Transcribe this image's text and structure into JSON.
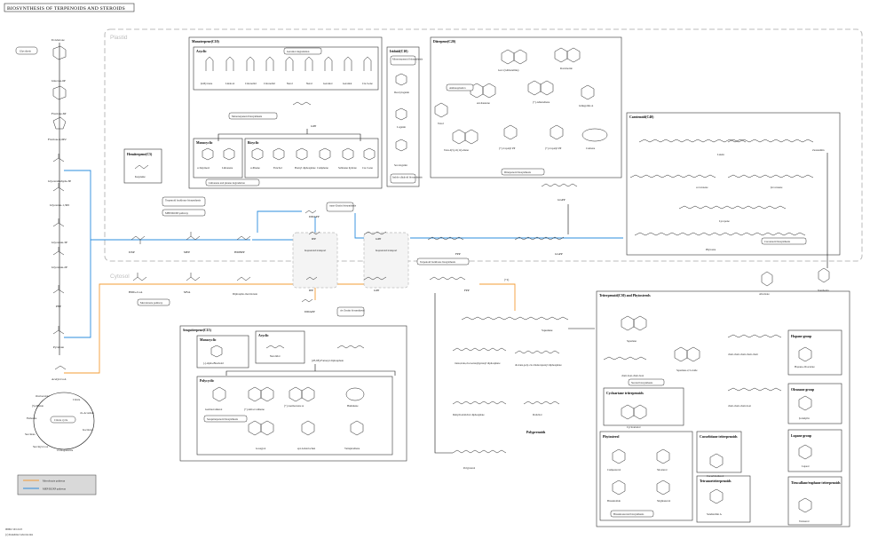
{
  "title": "BIOSYNTHESIS OF TERPENOIDS AND STEROIDS",
  "regions": {
    "plastid": "Plastid",
    "cytosol": "Cytosol"
  },
  "glycolysis": {
    "pathway_label": "Glycolysis",
    "compounds": [
      "D-Glucose",
      "Glucose-6P",
      "Fructose-6P",
      "Fructose-1,6P2",
      "Glyceraldehyde-3P",
      "Glycerate-1,3P2",
      "Glycerate-3P",
      "Glycerate-2P",
      "PEP",
      "Pyruvate",
      "Acetyl-CoA"
    ]
  },
  "citrate_cycle": {
    "label": "Citrate cycle",
    "compounds": [
      "Oxaloacetate",
      "Citrate",
      "cis-Aconitate",
      "Isocitrate",
      "2-Oxoglutarate",
      "Succinyl-CoA",
      "Succinate",
      "Fumarate",
      "(S)-Malate"
    ]
  },
  "mep_row": {
    "compounds": [
      "DXP",
      "MEP",
      "HMBPP"
    ],
    "labels": [
      "Terpenoid backbone biosynthesis",
      "MEP/DOXP pathway"
    ]
  },
  "mva_row": {
    "compounds": [
      "HMG-CoA",
      "MVA",
      "Diphospho-mevalonate"
    ],
    "labels": [
      "Mevalonate pathway"
    ]
  },
  "isoprenoid": {
    "compounds": [
      "DMAPP",
      "IPP",
      "GPP",
      "FPP",
      "GGPP",
      "DMAPP",
      "IPP",
      "GPP",
      "FPP"
    ],
    "dash_labels": [
      "Isoprenoid transport",
      "Isoprenoid transport"
    ],
    "zeatin_plastid": "trans-Zeatin biosynthesis",
    "zeatin_cytosol": "cis-Zeatin biosynthesis",
    "terp_backbone": "Terpenoid backbone biosynthesis",
    "pp_label": "(+2)"
  },
  "hemiterpenes": {
    "title": "Hemiterpene(C5)",
    "compound": "Isoprene"
  },
  "monoterpenes": {
    "title": "Monoterpene(C10)",
    "acyclic_label": "Acyclic",
    "acyclic": [
      "β-Myrcene",
      "Linalool",
      "Citronellol",
      "Citronellal",
      "Nerol",
      "Neral",
      "Geraniol",
      "Geranial",
      "Cis-3-ene"
    ],
    "geraniol_degradation": "Geraniol degradation",
    "monoterpenoid_bios": "Monoterpenoid biosynthesis",
    "gpp": "GPP",
    "monocyclic_label": "Monocyclic",
    "monocyclic": [
      "α-Terpineol",
      "Limonene"
    ],
    "bicyclic_label": "Bicyclic",
    "bicyclic": [
      "α-Pinene",
      "Fenchol",
      "Bornyl diphosphate",
      "Camphene",
      "Sabinene hydrate",
      "Car-3-ene"
    ],
    "limonene_deg": "Limonene and pinene degradation"
  },
  "iridoids": {
    "title": "Iridoid(C10)",
    "mono_bios": "Monoterpenoid biosynthesis",
    "compounds": [
      "Deoxyloganin",
      "Loganin",
      "Secologanin"
    ],
    "indole": "Indole alkaloid biosynthesis"
  },
  "diterpenes": {
    "title": "Diterpene(C20)",
    "compounds": [
      "GA1 (Gibberellins)",
      "Rosvinoide",
      "ent-Kaurene",
      "Ginkgolide A",
      "(+)-Abietadiene",
      "Taxol",
      "Taxa-4(5),11(12)-diene",
      "(+)-Copalyl PP",
      "(+)-Copalyl PP",
      "Casbene",
      "GGPP"
    ],
    "antineoplastic": "Antineoplastics",
    "diterpenoid_bios": "Diterpenoid biosynthesis"
  },
  "carotenoids": {
    "title": "Carotenoid(C40)",
    "compounds": [
      "Lutein",
      "Zeaxanthin",
      "α-Carotene",
      "β-Carotene",
      "Lycopene",
      "Phytoene"
    ],
    "carotenoid_bios": "Carotenoid biosynthesis",
    "abscisate": "Abscisate",
    "xanthoxin": "Xanthoxin"
  },
  "sesquiterpenes": {
    "title": "Sesquiterpene(C15)",
    "mono_label": "Monocyclic",
    "mono": [
      "(-)-alpha-Bisabolol"
    ],
    "acyclic_label": "Acyclic",
    "acyclic": [
      "Nerolidol"
    ],
    "farnesyl": "(2E,6E)-Farnesyl diphosphate",
    "poly_label": "Polycyclic",
    "poly": [
      "Germacradienol",
      "(+)-delta-Cadinene",
      "(+)-Germacrene A",
      "Humulene",
      "Gossypol",
      "epi-Aristolochen",
      "Vetispiradiene"
    ],
    "sesq_bios": "Sesquiterpenoid biosynthesis"
  },
  "polyprenoids": {
    "title": "Polyprenoids",
    "compounds": [
      "trans,trans,cis-Geranylgeranyl diphosphate",
      "di-trans,poly-cis-Undecaprenyl diphosphate",
      "Dehydrodolichol diphosphate",
      "Dolichol",
      "Polyprenol"
    ]
  },
  "triterpenes": {
    "title": "Triterpenoid(C30) and Phytosterols",
    "compounds": [
      "Squalene",
      "Squalene",
      "Squalene-2,3-oxide",
      "chair-chair-chair-chair-chair",
      "chair-boat-chair-boat",
      "chair-chair-chair-boat",
      "Cycloartenol",
      "Cucurbitadienol",
      "Sitosterol",
      "Campesterol",
      "Brassinolide",
      "Stigmasterol",
      "Sandanchin A",
      "Hopane-29-acetate",
      "β-Amyrin",
      "Lupeol",
      "Taraxerol"
    ],
    "hopane": "Hopane group",
    "oleanane": "Oleanane group",
    "lupane": "Lupane group",
    "tirucallane": "Tirucallane/euphane triterpenoids",
    "cycloartane": "Cycloartane triterpenoids",
    "cucurbitane": "Cucurbitane triterpenoids",
    "phytosterol": "Phytosterol",
    "tetracyclic": "Tetranortriterpenoids",
    "steroid_bios": "Steroid biosynthesis",
    "brassino_bios": "Brassinosteroid biosynthesis"
  },
  "legend": {
    "items": [
      {
        "label": "Mevalonate pathway",
        "color": "#f39c35"
      },
      {
        "label": "MEP/DOXP pathway",
        "color": "#2b8cdd"
      }
    ]
  },
  "footer": [
    "00902 10/12/23",
    "(c) Kanehisa Laboratories"
  ]
}
